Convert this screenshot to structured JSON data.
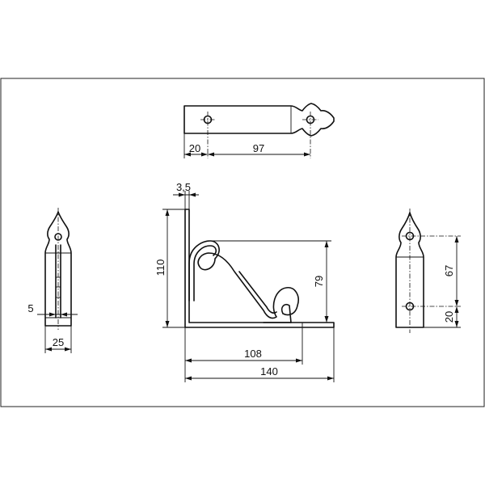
{
  "dimensions": {
    "top_view": {
      "left_offset": "20",
      "hole_spacing": "97"
    },
    "front_view": {
      "thickness": "3,5",
      "height": "110",
      "brace_height": "79",
      "brace_length": "108",
      "length": "140"
    },
    "left_view": {
      "web": "5",
      "width": "25"
    },
    "right_view": {
      "hole_spacing": "67",
      "bottom_offset": "20"
    }
  }
}
